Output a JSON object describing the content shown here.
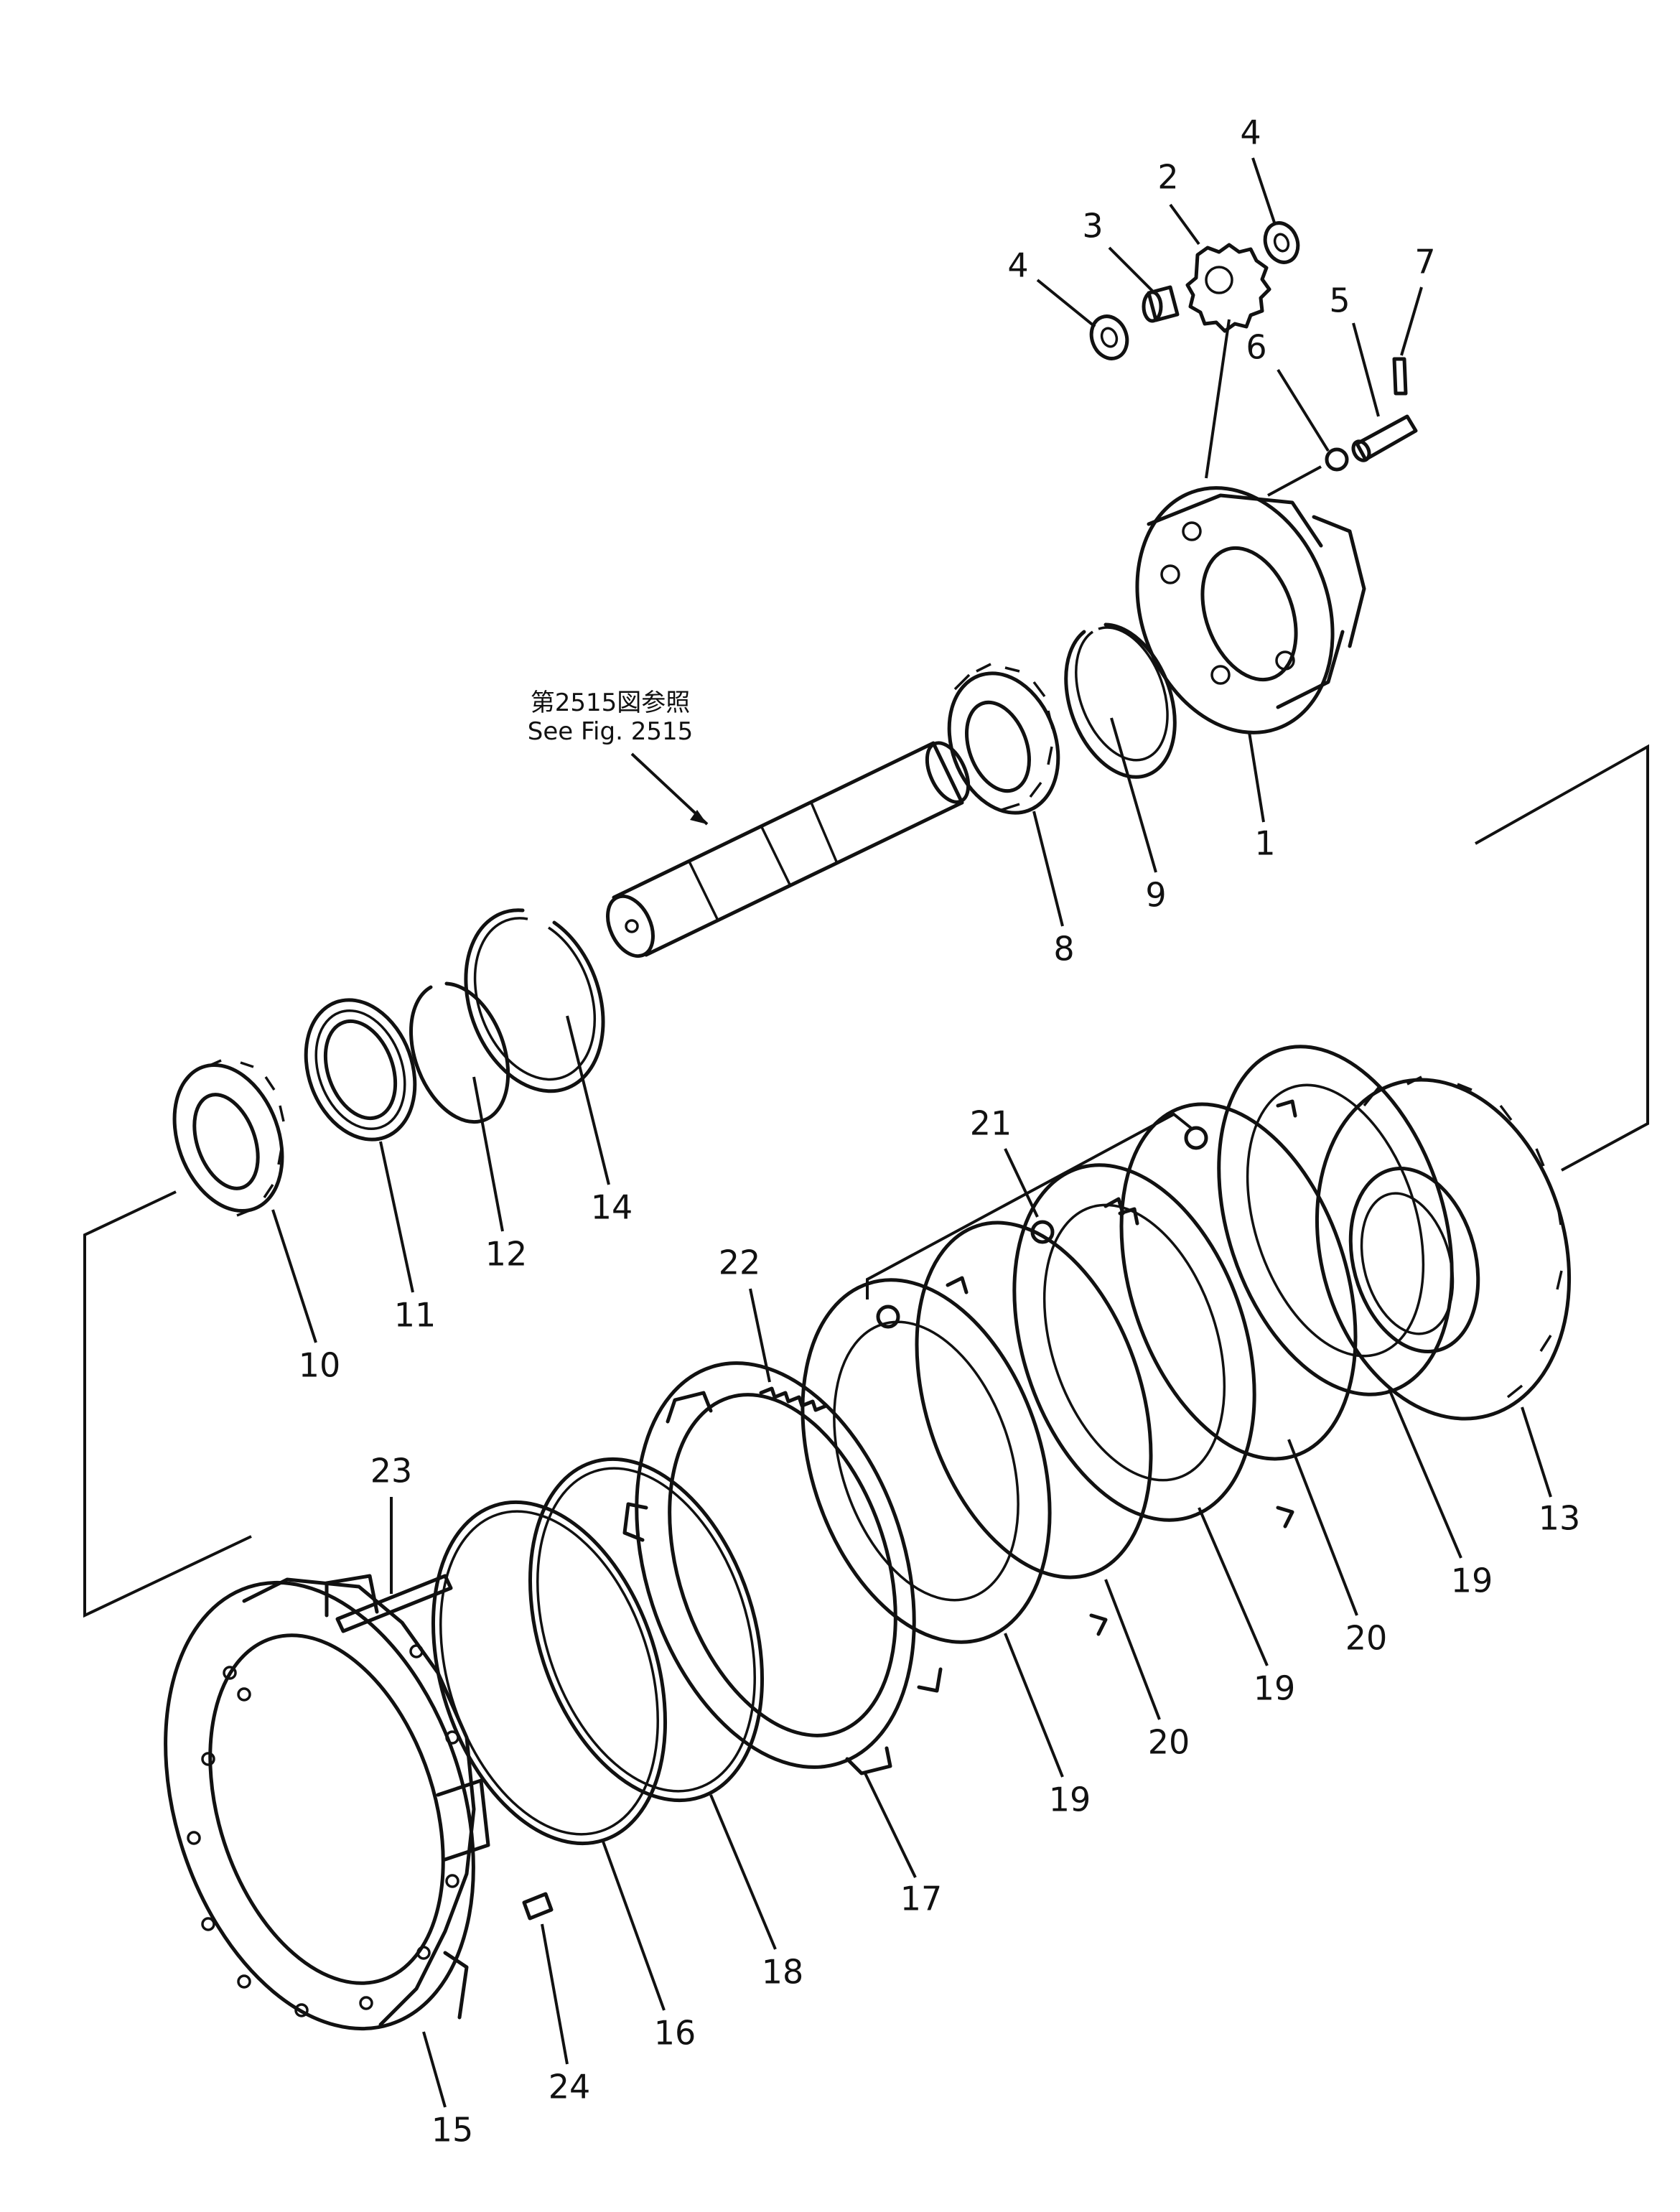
{
  "reference_note": {
    "japanese": "第2515図参照",
    "english": "See Fig. 2515"
  },
  "callouts": {
    "c1": "1",
    "c2": "2",
    "c3": "3",
    "c4a": "4",
    "c4b": "4",
    "c5": "5",
    "c6": "6",
    "c7": "7",
    "c8": "8",
    "c9": "9",
    "c10": "10",
    "c11": "11",
    "c12": "12",
    "c13": "13",
    "c14": "14",
    "c15": "15",
    "c16": "16",
    "c17": "17",
    "c18": "18",
    "c19a": "19",
    "c19b": "19",
    "c19c": "19",
    "c20a": "20",
    "c20b": "20",
    "c21": "21",
    "c22": "22",
    "c23": "23",
    "c24": "24"
  }
}
